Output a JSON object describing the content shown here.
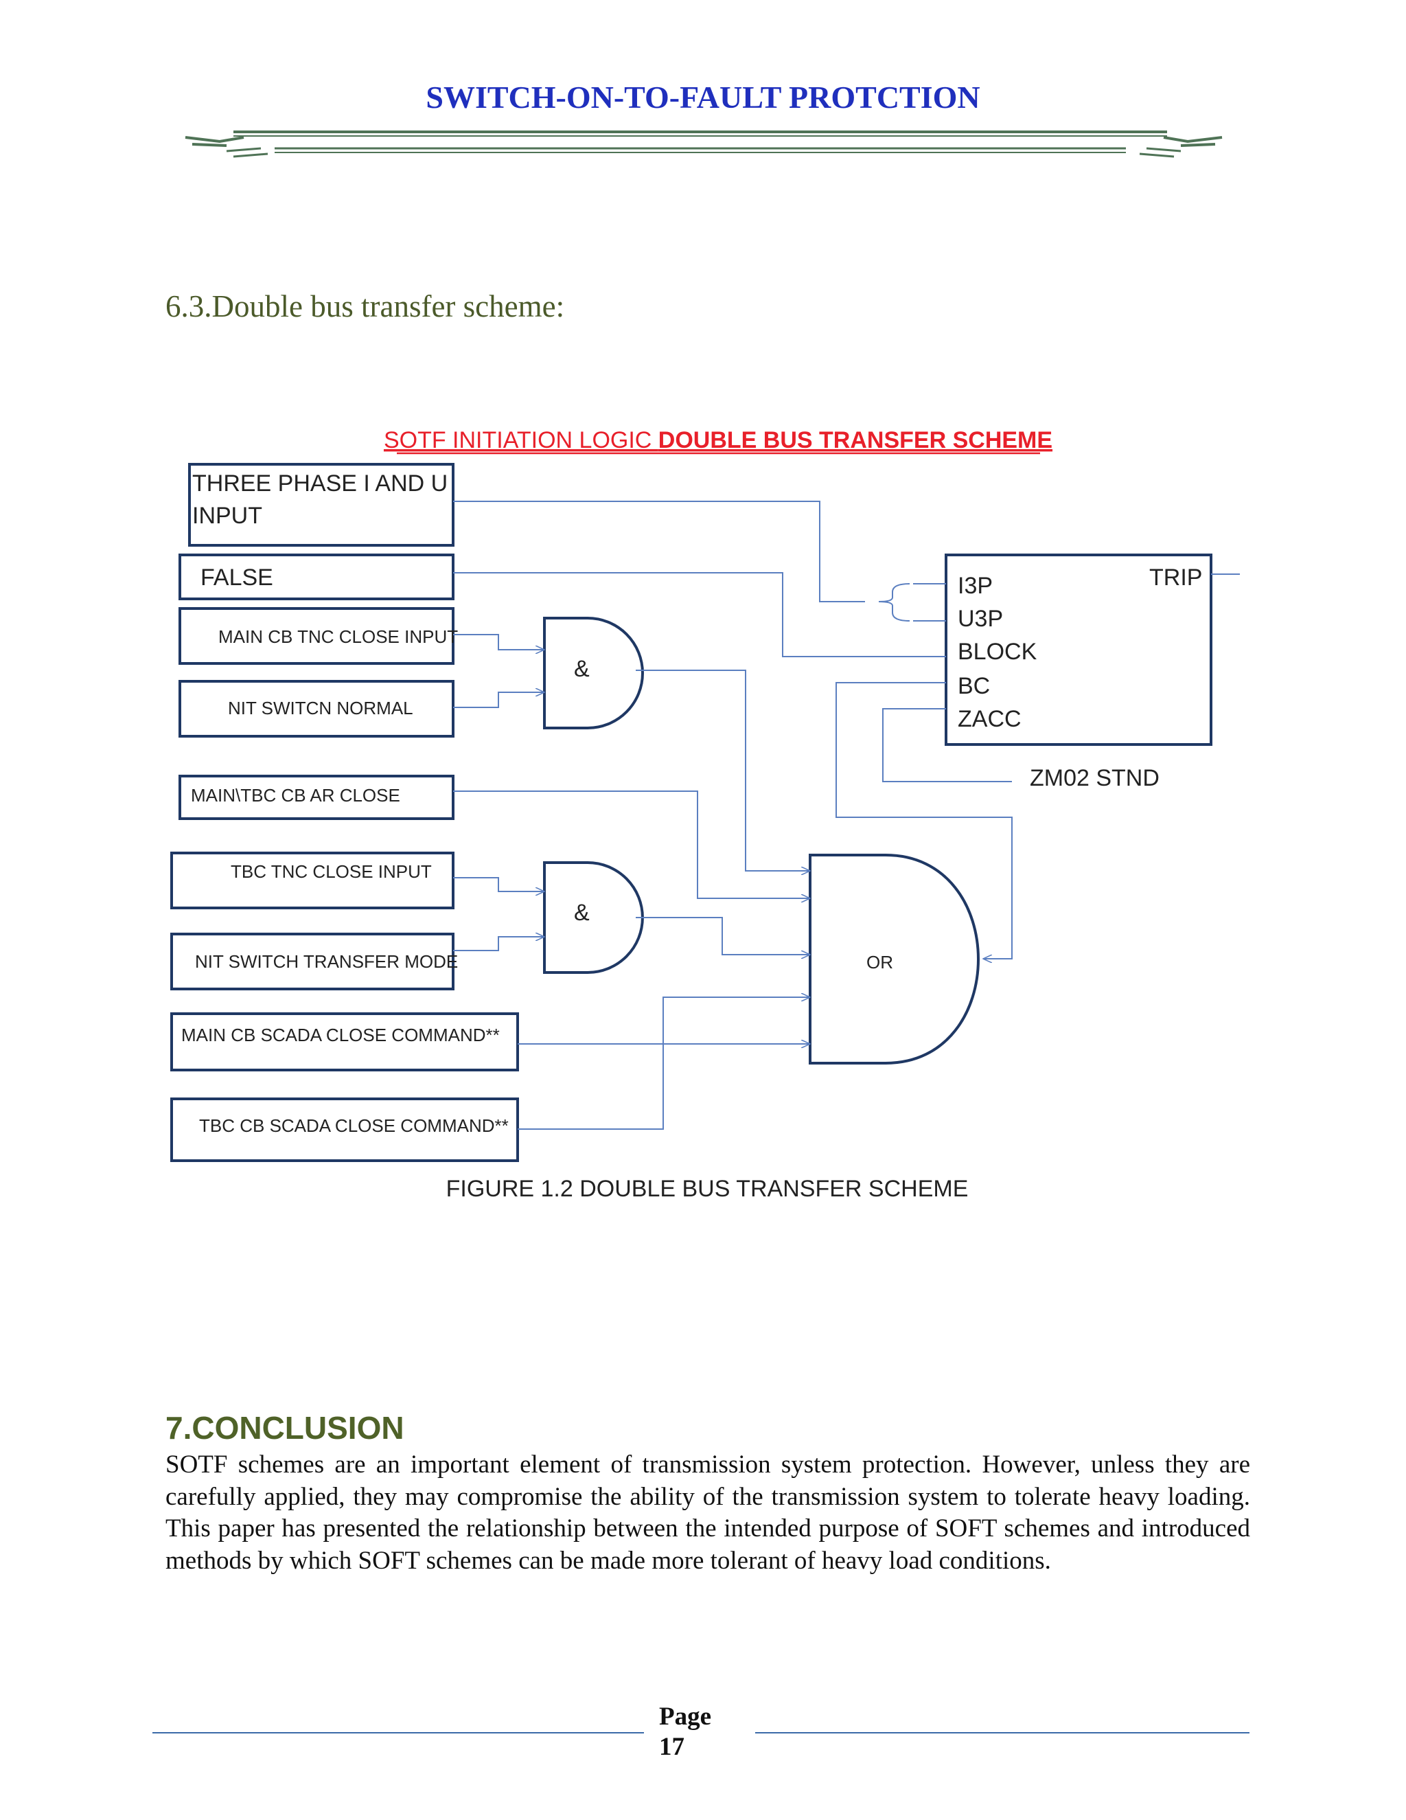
{
  "header": {
    "title": "SWITCH-ON-TO-FAULT PROTCTION"
  },
  "section": {
    "heading": "6.3.Double bus transfer scheme:"
  },
  "diagram": {
    "title_part1": "SOTF INITIATION LOGIC ",
    "title_part2": "DOUBLE BUS TRANSFER  SCHEME",
    "inputs": {
      "three_phase_line1": "THREE PHASE I AND U",
      "three_phase_line2": "INPUT",
      "false": "FALSE",
      "main_cb_tnc": "MAIN CB TNC CLOSE INPUT",
      "nit_normal": "NIT SWITCN NORMAL",
      "main_tbc_ar": "MAIN\\TBC CB AR CLOSE",
      "tbc_tnc": "TBC TNC CLOSE INPUT",
      "nit_transfer": "NIT SWITCH TRANSFER MODE",
      "main_scada": "MAIN CB  SCADA CLOSE COMMAND**",
      "tbc_scada": "TBC CB  SCADA CLOSE COMMAND**"
    },
    "gates": {
      "and1": "&",
      "and2": "&",
      "or": "OR"
    },
    "block": {
      "trip": "TRIP",
      "i3p": "I3P",
      "u3p": "U3P",
      "block": "BLOCK",
      "bc": "BC",
      "zacc": "ZACC",
      "zm02": "ZM02 STND"
    },
    "caption": "FIGURE 1.2  DOUBLE BUS TRANSFER SCHEME"
  },
  "conclusion": {
    "heading": "7.CONCLUSION",
    "body": "SOTF schemes are an important element of transmission system protection. However, unless they are carefully applied, they may compromise the ability of the transmission system to tolerate heavy loading. This paper has presented the relationship between the intended purpose of SOFT schemes and introduced methods by which SOFT schemes can be made more tolerant of heavy load conditions."
  },
  "footer": {
    "page_label": "Page",
    "page_number": "17"
  },
  "colors": {
    "header": "#1f2fbd",
    "section_heading": "#4b5a2a",
    "conclusion_heading": "#4f6228",
    "diagram_title_red": "#e8202a",
    "box_stroke": "#1f3864",
    "wire": "#5b7fc0",
    "footer_line": "#3a6aa8"
  }
}
